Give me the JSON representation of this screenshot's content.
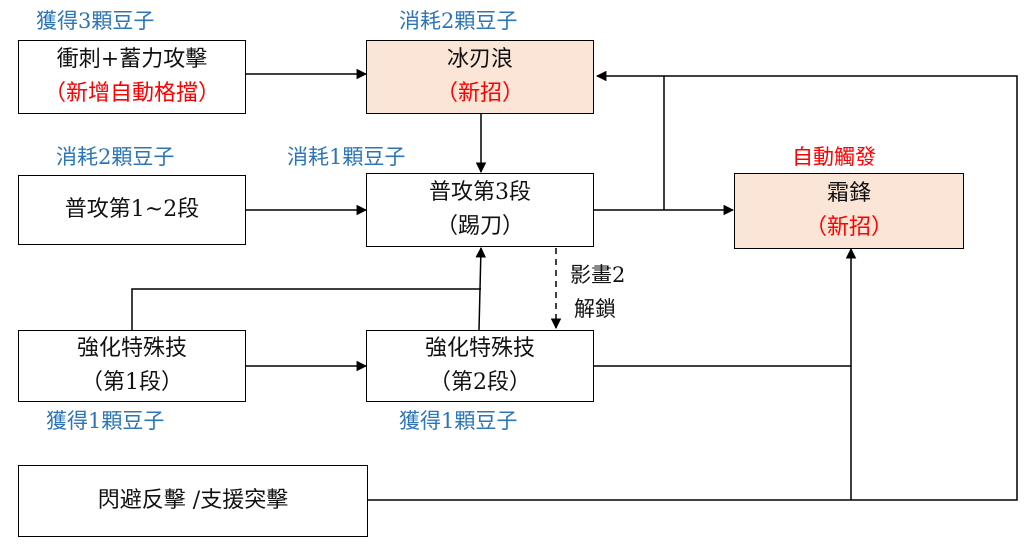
{
  "nodes": {
    "charge": {
      "line1": "衝刺+蓄力攻擊",
      "line2": "（新增自動格擋）"
    },
    "ice_wave": {
      "line1": "冰刃浪",
      "line2": "（新招）"
    },
    "basic12": {
      "line1": "普攻第1~2段"
    },
    "basic3": {
      "line1": "普攻第3段",
      "line2": "（踢刀）"
    },
    "frost": {
      "line1": "霜鋒",
      "line2": "（新招）"
    },
    "special1": {
      "line1": "強化特殊技",
      "line2": "（第1段）"
    },
    "special2": {
      "line1": "強化特殊技",
      "line2": "（第2段）"
    },
    "dodge": {
      "line1": "閃避反擊 /支援突擊"
    }
  },
  "annotations": {
    "gain3": "獲得3顆豆子",
    "cost2_ice": "消耗2顆豆子",
    "cost2_basic": "消耗2顆豆子",
    "cost1": "消耗1顆豆子",
    "auto_trigger": "自動觸發",
    "unlock_line1": "影畫2",
    "unlock_line2": "解鎖",
    "gain1_a": "獲得1顆豆子",
    "gain1_b": "獲得1顆豆子"
  },
  "colors": {
    "blue": "#2e75b6",
    "red": "#ff0000",
    "new_skill_fill": "#fbe5d6"
  }
}
